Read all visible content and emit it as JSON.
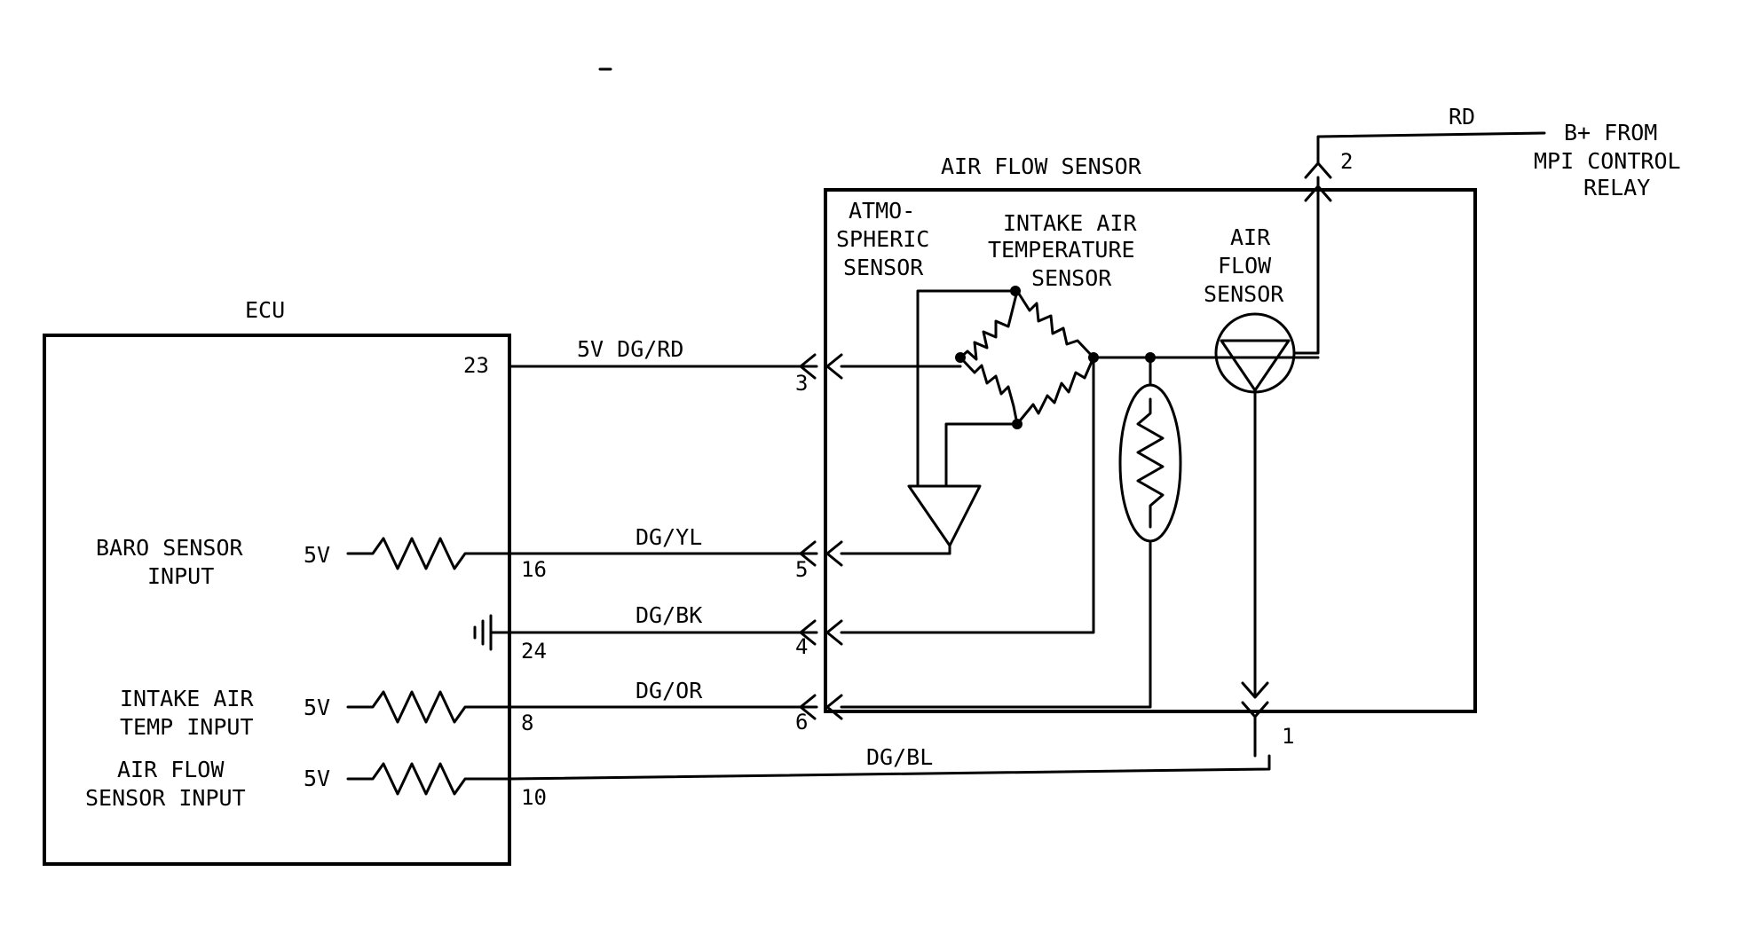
{
  "ecu": {
    "title": "ECU",
    "pin_23": "23",
    "pin_16": "16",
    "pin_24": "24",
    "pin_8": "8",
    "pin_10": "10",
    "baro_label_1": "BARO SENSOR",
    "baro_label_2": "INPUT",
    "iat_label_1": "INTAKE AIR",
    "iat_label_2": "TEMP INPUT",
    "af_label_1": "AIR FLOW",
    "af_label_2": "SENSOR INPUT",
    "baro_supply": "5V",
    "iat_supply": "5V",
    "af_supply": "5V"
  },
  "wires": {
    "dg_rd": "5V DG/RD",
    "dg_yl": "DG/YL",
    "dg_bk": "DG/BK",
    "dg_or": "DG/OR",
    "dg_bl": "DG/BL",
    "rd": "RD"
  },
  "afs": {
    "title": "AIR FLOW SENSOR",
    "pin_3": "3",
    "pin_5": "5",
    "pin_4": "4",
    "pin_6": "6",
    "pin_2": "2",
    "pin_1": "1",
    "atmo_1": "ATMO-",
    "atmo_2": "SPHERIC",
    "atmo_3": "SENSOR",
    "iat_1": "INTAKE AIR",
    "iat_2": "TEMPERATURE",
    "iat_3": "SENSOR",
    "af_1": "AIR",
    "af_2": "FLOW",
    "af_3": "SENSOR"
  },
  "power": {
    "line_1": "B+ FROM",
    "line_2": "MPI CONTROL",
    "line_3": "RELAY"
  }
}
